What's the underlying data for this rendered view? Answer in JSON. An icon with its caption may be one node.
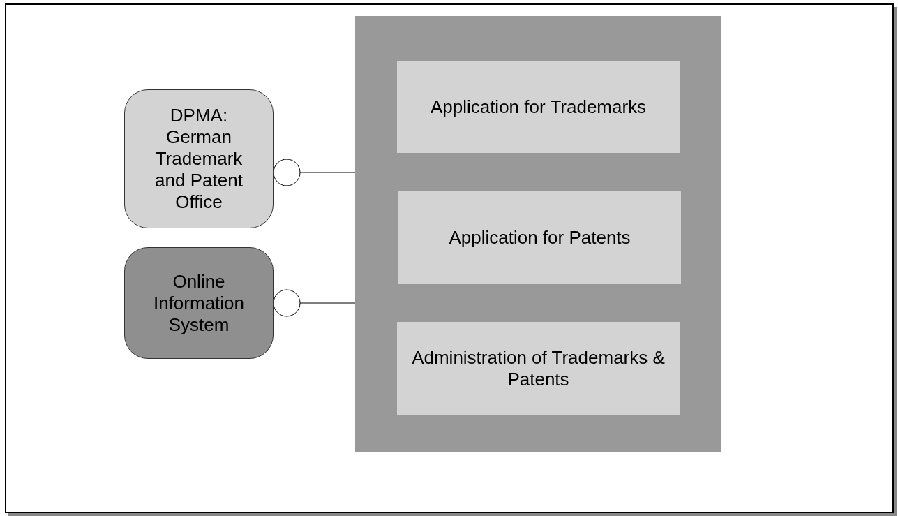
{
  "diagram": {
    "nodes": [
      {
        "text": [
          "DPMA: German Trademark and Patent Office"
        ]
      },
      {
        "text": [
          "Online Information System"
        ]
      },
      {
        "text": [],
        "shape": "box"
      },
      {
        "text": [
          "Application for Trademarks"
        ],
        "in": 2
      },
      {
        "text": [
          "Application for Patents"
        ],
        "in": 2
      },
      {
        "text": [
          "Administration of Trademarks & Patents"
        ],
        "in": 2
      }
    ],
    "edges": [
      {
        "from": 2,
        "to": 0,
        "arrow": "other"
      },
      {
        "from": 2,
        "to": 1,
        "arrow": "other"
      }
    ]
  }
}
